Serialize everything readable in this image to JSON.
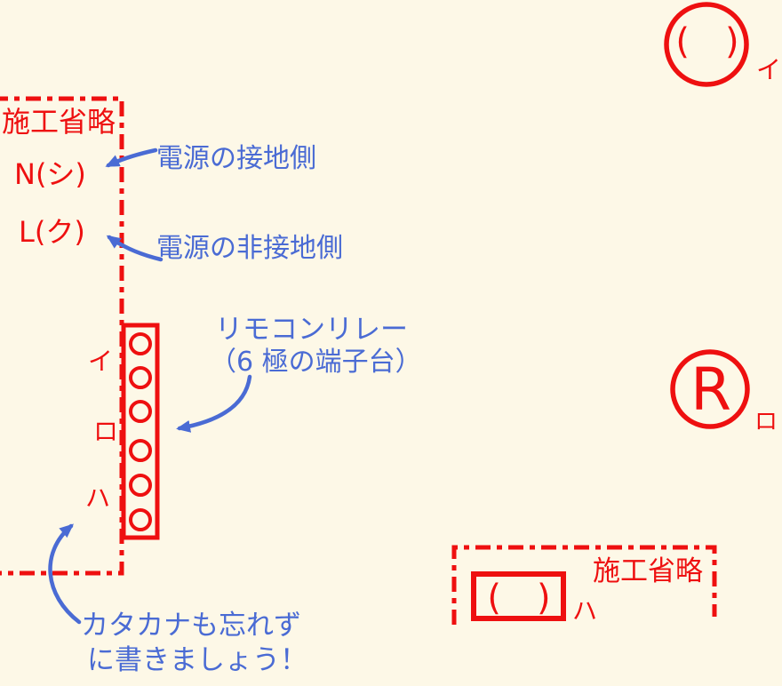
{
  "colors": {
    "background": "#fdf8e7",
    "red": "#ee1010",
    "blue": "#4a6bd4"
  },
  "lamp": {
    "symbol": "(　)",
    "label": "イ"
  },
  "left_box": {
    "title": "施工省略",
    "neutral": "N(シ)",
    "live": "L(ク)"
  },
  "notes": {
    "grounded": "電源の接地側",
    "ungrounded": "電源の非接地側",
    "relay1": "リモコンリレー",
    "relay2": "（6 極の端子台）",
    "katakana1": "カタカナも忘れず",
    "katakana2": "に書きましょう！"
  },
  "terminal": {
    "label_i": "イ",
    "label_ro": "ロ",
    "label_ha": "ハ",
    "circle_count": 6
  },
  "relay": {
    "letter": "R",
    "label": "ロ"
  },
  "bottom_box": {
    "title": "施工省略",
    "symbol": "(　)",
    "label": "ハ"
  }
}
